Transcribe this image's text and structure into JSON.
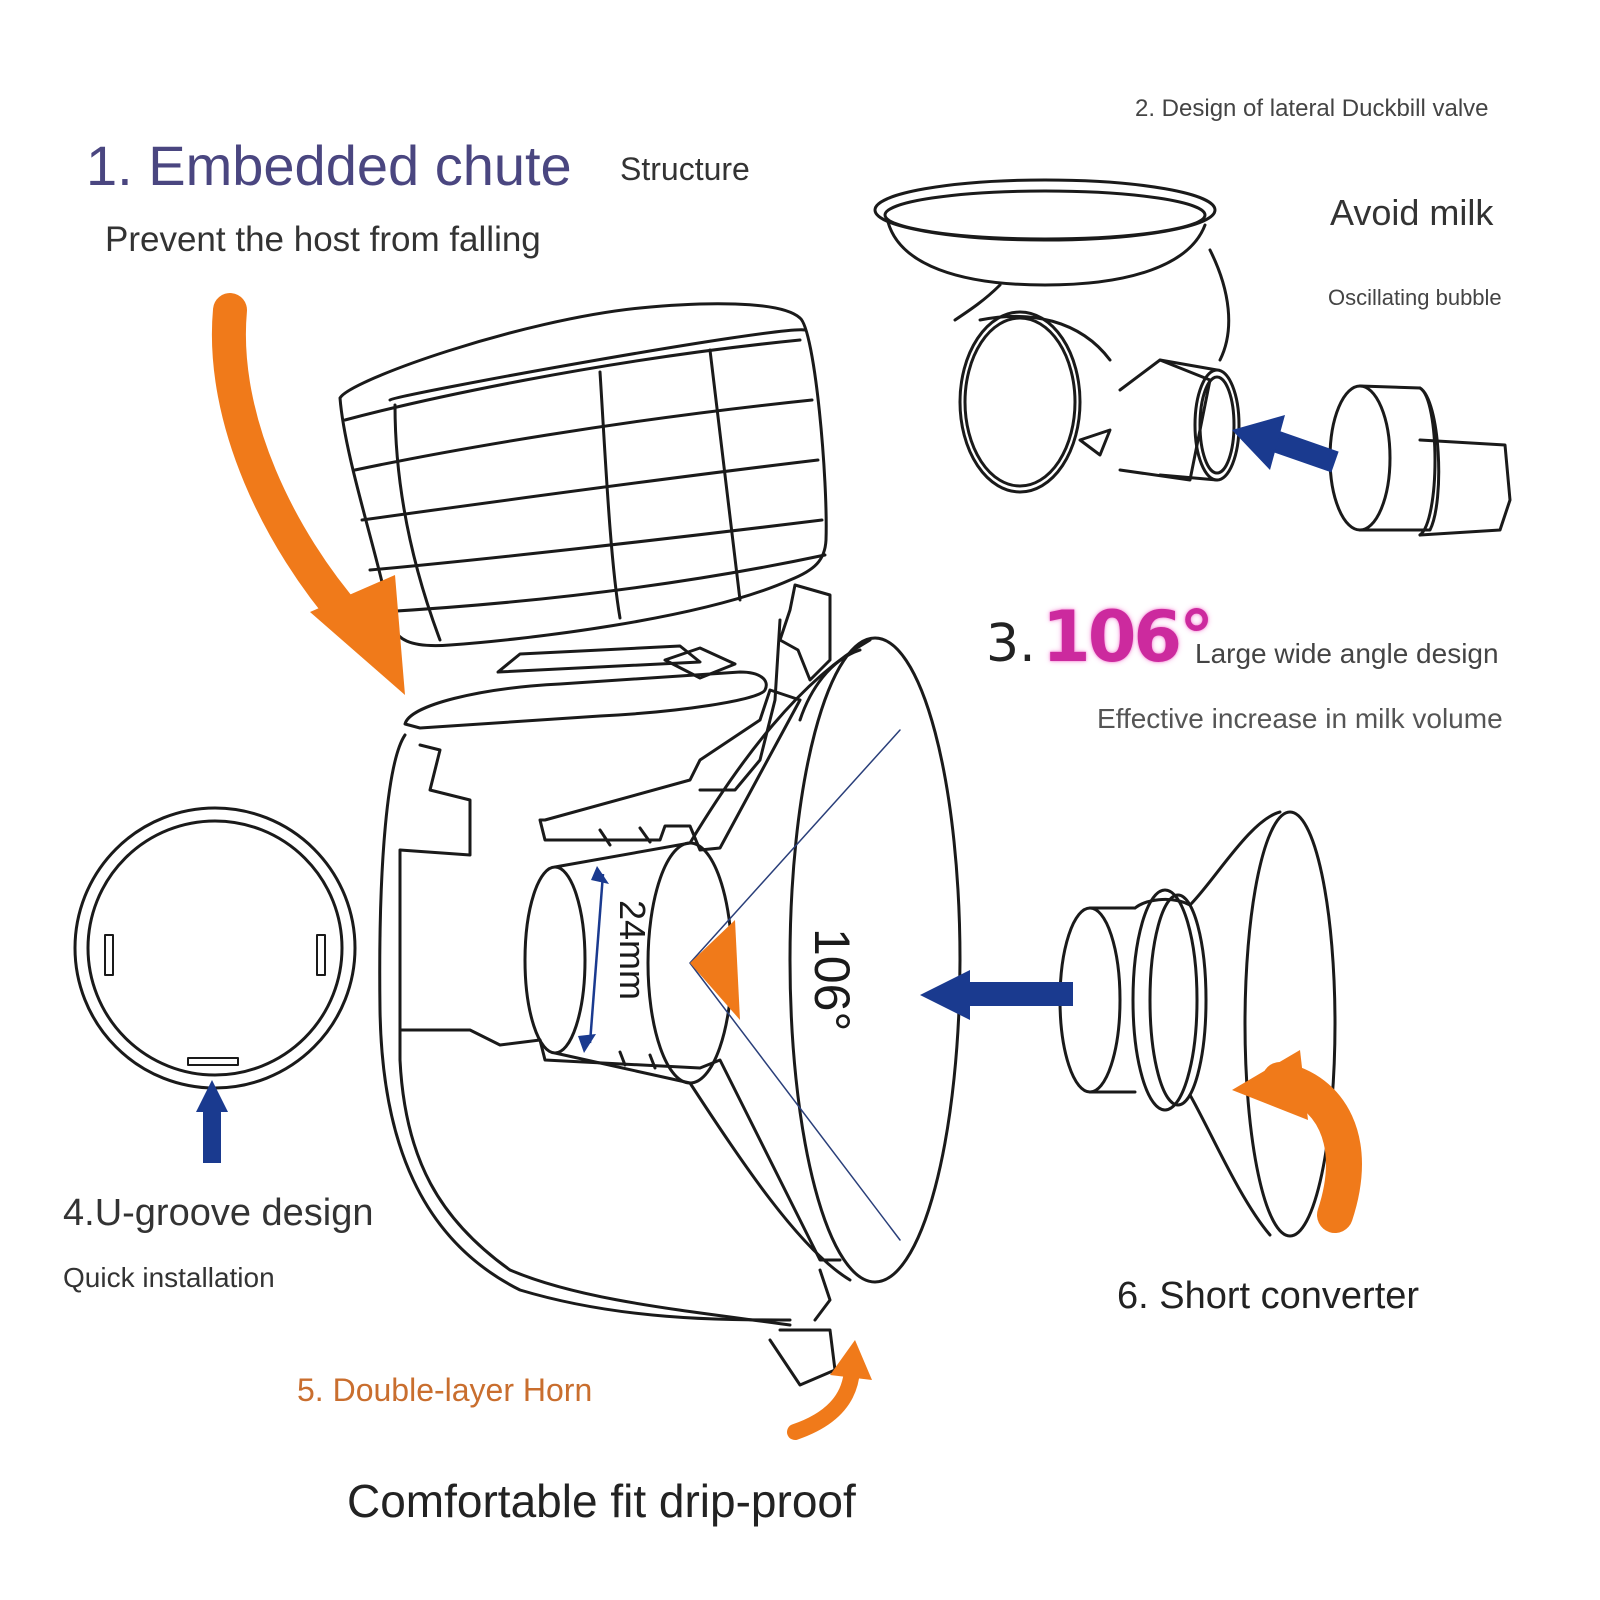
{
  "features": {
    "f1": {
      "title": "1. Embedded chute",
      "subtitle": "Structure",
      "desc": "Prevent the host from falling"
    },
    "f2": {
      "title": "2. Design of lateral Duckbill valve",
      "line1": "Avoid milk",
      "line2": "Oscillating bubble"
    },
    "f3": {
      "number": "3.",
      "angle": "106°",
      "subtitle": "Large wide angle design",
      "desc": "Effective increase in milk volume"
    },
    "f4": {
      "title": "4.U-groove design",
      "desc": "Quick installation"
    },
    "f5": {
      "title": "5. Double-layer Horn",
      "desc": "Comfortable fit drip-proof"
    },
    "f6": {
      "title": "6. Short converter"
    }
  },
  "dimensions": {
    "diameter": "24mm",
    "angle": "106°"
  },
  "colors": {
    "orange": "#f07a1a",
    "blue": "#1a3a8f",
    "magenta": "#cc2a9e",
    "line": "#1a1a1a"
  }
}
